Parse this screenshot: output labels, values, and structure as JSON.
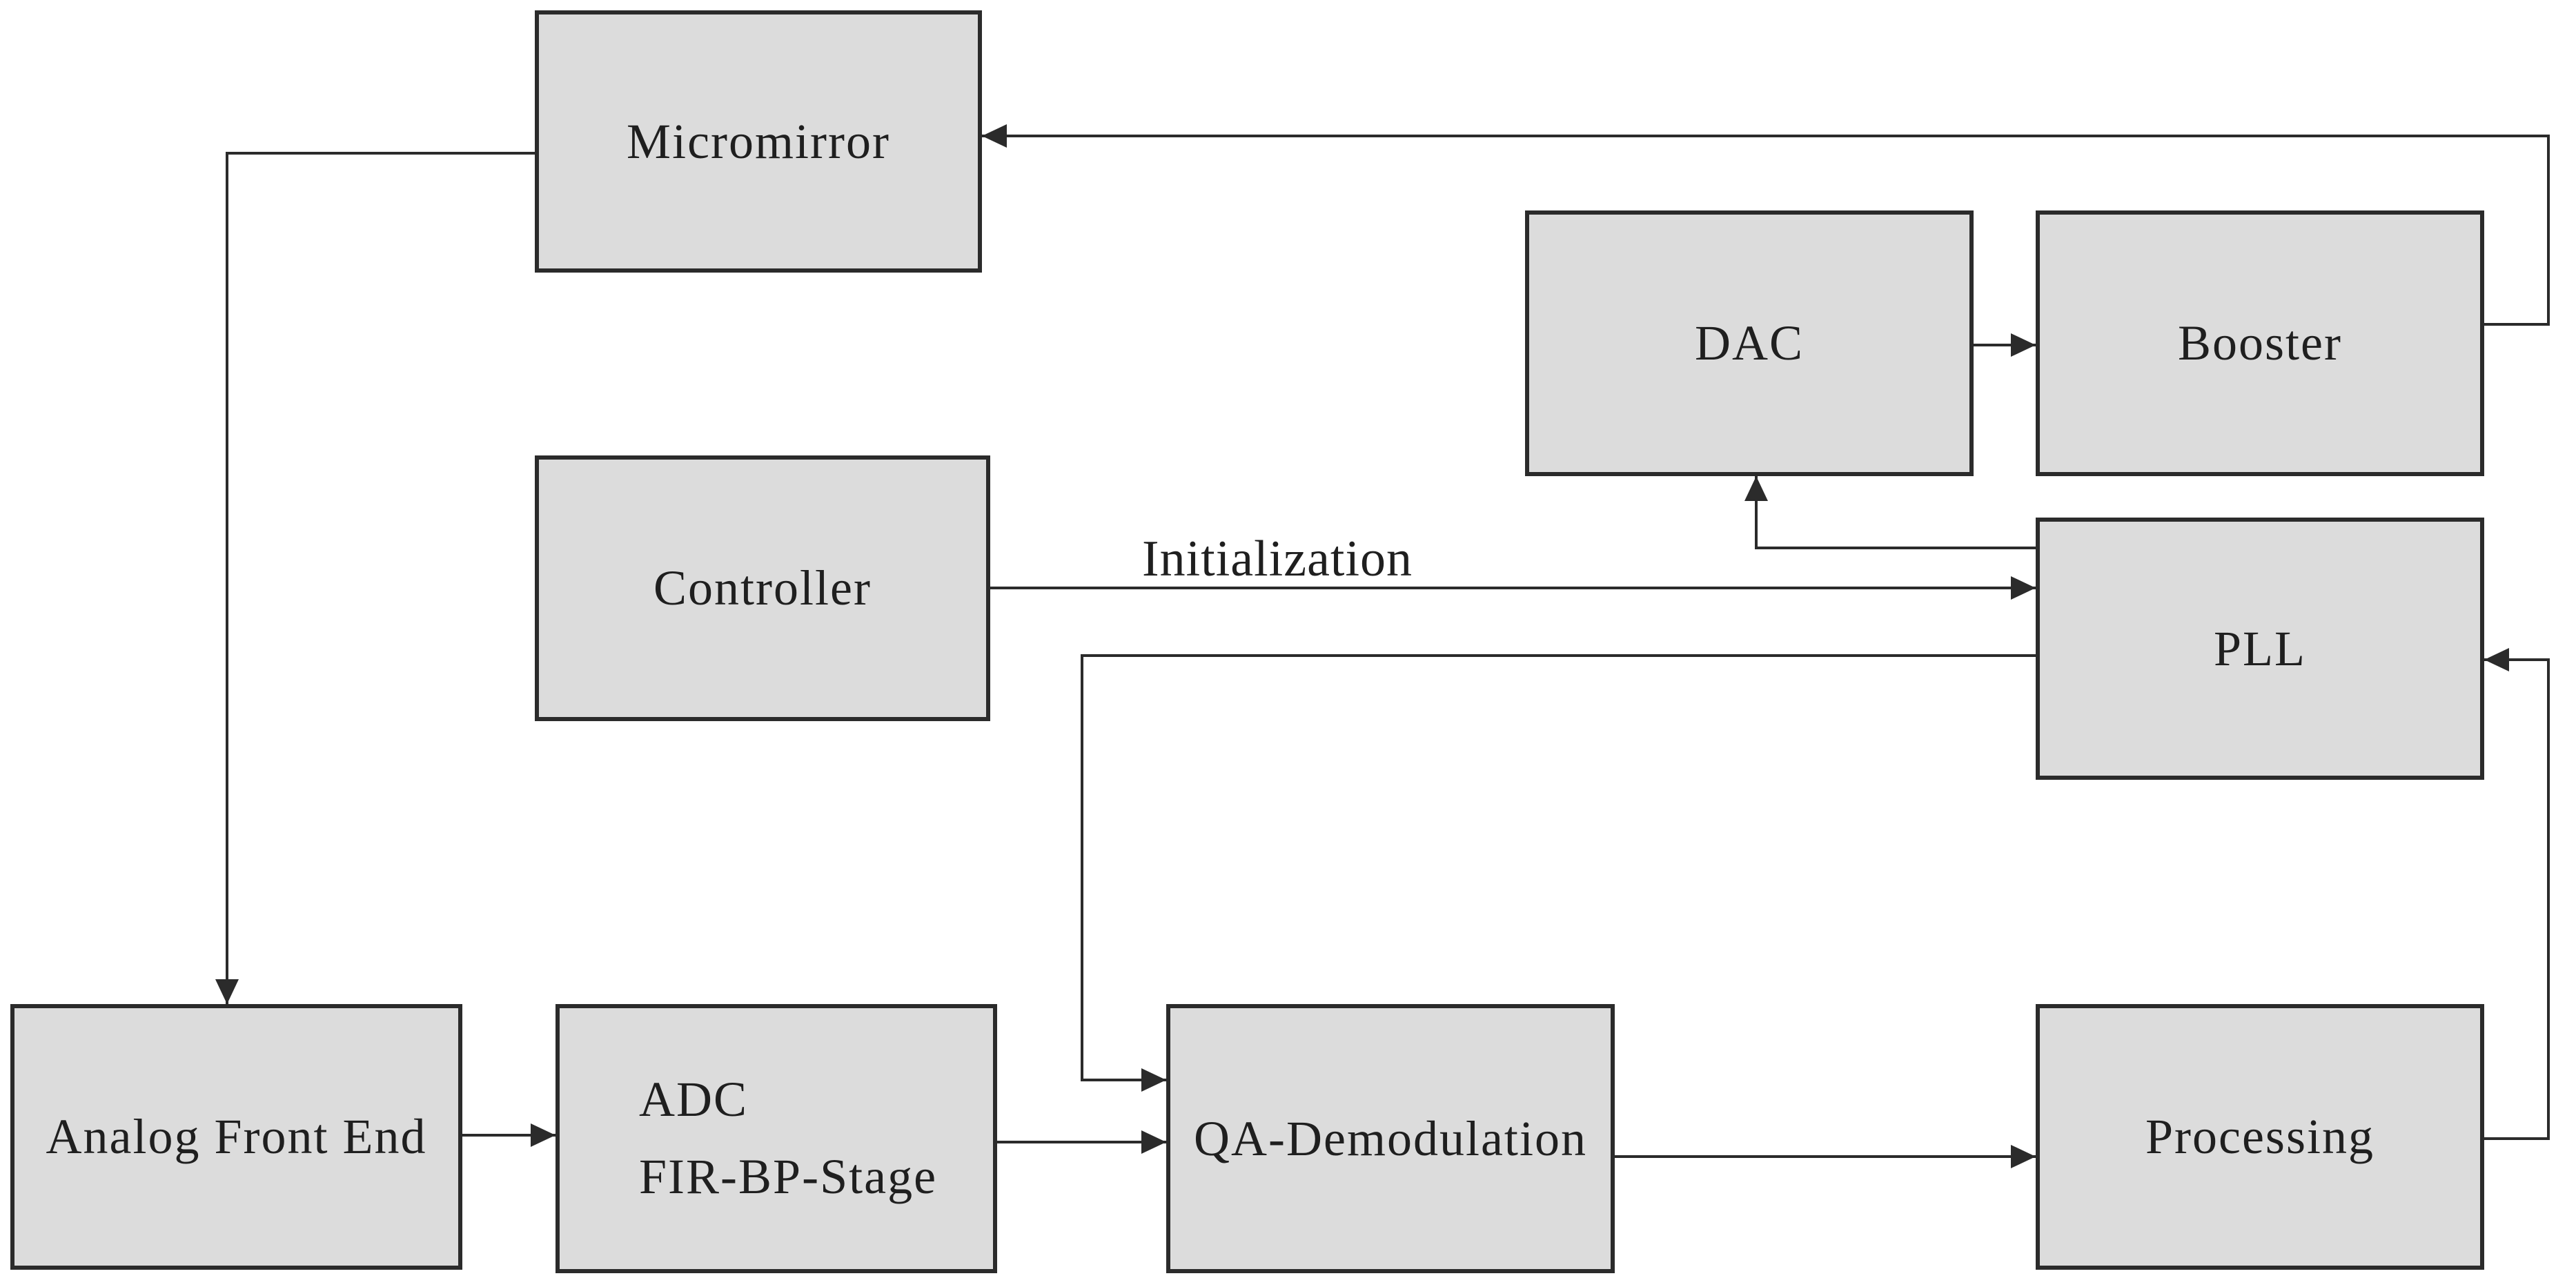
{
  "diagram": {
    "boxes": {
      "micromirror": {
        "label": "Micromirror"
      },
      "dac": {
        "label": "DAC"
      },
      "booster": {
        "label": "Booster"
      },
      "controller": {
        "label": "Controller"
      },
      "pll": {
        "label": "PLL"
      },
      "analog_front_end": {
        "label": "Analog Front End"
      },
      "adc_fir_bp": {
        "line1": "ADC",
        "line2": "FIR-BP-Stage"
      },
      "qa_demodulation": {
        "label": "QA-Demodulation"
      },
      "processing": {
        "label": "Processing"
      }
    },
    "labels": {
      "initialization": "Initialization"
    },
    "edges": [
      {
        "from": "Micromirror",
        "to": "Analog Front End",
        "label": ""
      },
      {
        "from": "Analog Front End",
        "to": "ADC FIR-BP-Stage",
        "label": ""
      },
      {
        "from": "ADC FIR-BP-Stage",
        "to": "QA-Demodulation",
        "label": ""
      },
      {
        "from": "QA-Demodulation",
        "to": "Processing",
        "label": ""
      },
      {
        "from": "Processing",
        "to": "PLL",
        "label": ""
      },
      {
        "from": "PLL",
        "to": "QA-Demodulation",
        "label": ""
      },
      {
        "from": "PLL",
        "to": "DAC",
        "label": ""
      },
      {
        "from": "DAC",
        "to": "Booster",
        "label": ""
      },
      {
        "from": "Booster",
        "to": "Micromirror",
        "label": ""
      },
      {
        "from": "Controller",
        "to": "PLL",
        "label": "Initialization"
      }
    ],
    "colors": {
      "background": "#ffffff",
      "box_fill": "#dcdcdc",
      "box_border": "#2b2b2b",
      "line": "#2b2b2b",
      "text": "#1f1f1f"
    }
  }
}
